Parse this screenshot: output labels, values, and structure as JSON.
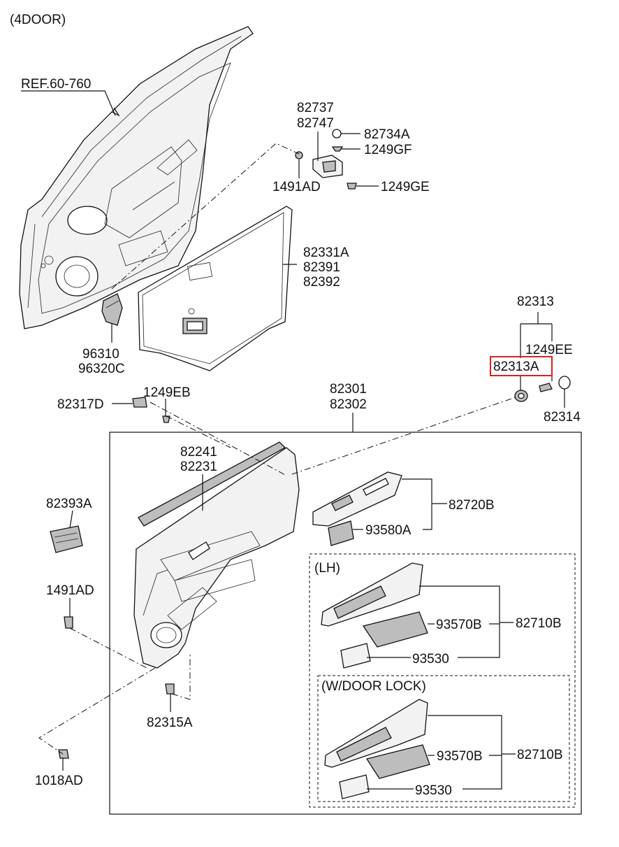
{
  "header": {
    "variant": "(4DOOR)"
  },
  "refs": {
    "door_ref": "REF.60-760"
  },
  "labels": {
    "p82737": "82737",
    "p82747": "82747",
    "p82734A": "82734A",
    "p1249GF": "1249GF",
    "p1491AD_top": "1491AD",
    "p1249GE": "1249GE",
    "p82331A": "82331A",
    "p82391": "82391",
    "p82392": "82392",
    "p96310": "96310",
    "p96320C": "96320C",
    "p82313": "82313",
    "p1249EE": "1249EE",
    "p82313A": "82313A",
    "p82314": "82314",
    "p82317D": "82317D",
    "p1249EB": "1249EB",
    "p82301": "82301",
    "p82302": "82302",
    "p82241": "82241",
    "p82231": "82231",
    "p82393A": "82393A",
    "p82720B": "82720B",
    "p93580A": "93580A",
    "p1491AD_left": "1491AD",
    "p82315A": "82315A",
    "p1018AD": "1018AD",
    "lh_group": "(LH)",
    "p93570B_lh": "93570B",
    "p82710B_lh": "82710B",
    "p93530_lh": "93530",
    "doorlock_group": "(W/DOOR LOCK)",
    "p93570B_dl": "93570B",
    "p82710B_dl": "82710B",
    "p93530_dl": "93530"
  },
  "highlight": {
    "part": "82313A",
    "color": "#e02020"
  }
}
